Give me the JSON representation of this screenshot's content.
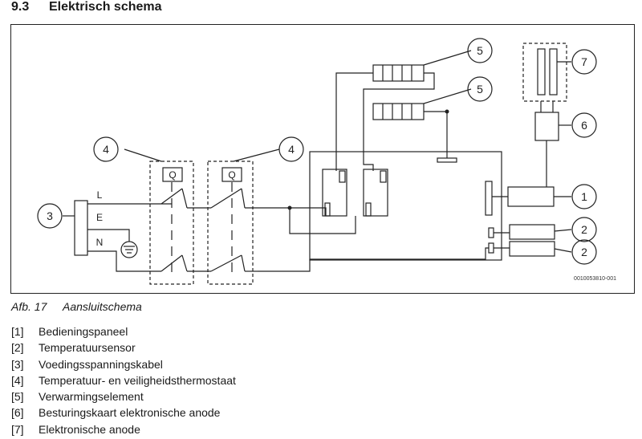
{
  "heading": {
    "number": "9.3",
    "title": "Elektrisch schema"
  },
  "diagram": {
    "line_labels": {
      "L": "L",
      "E": "E",
      "N": "N"
    },
    "thermostat_label": "Q",
    "callouts": {
      "c1": "1",
      "c2a": "2",
      "c2b": "2",
      "c3": "3",
      "c4a": "4",
      "c4b": "4",
      "c5a": "5",
      "c5b": "5",
      "c6": "6",
      "c7": "7"
    },
    "reference_code": "0010053810-001"
  },
  "caption": {
    "label": "Afb. 17",
    "text": "Aansluitschema"
  },
  "legend": [
    {
      "key": "[1]",
      "text": "Bedieningspaneel"
    },
    {
      "key": "[2]",
      "text": "Temperatuursensor"
    },
    {
      "key": "[3]",
      "text": "Voedingsspanningskabel"
    },
    {
      "key": "[4]",
      "text": "Temperatuur- en veiligheidsthermostaat"
    },
    {
      "key": "[5]",
      "text": "Verwarmingselement"
    },
    {
      "key": "[6]",
      "text": "Besturingskaart elektronische anode"
    },
    {
      "key": "[7]",
      "text": "Elektronische anode"
    }
  ]
}
